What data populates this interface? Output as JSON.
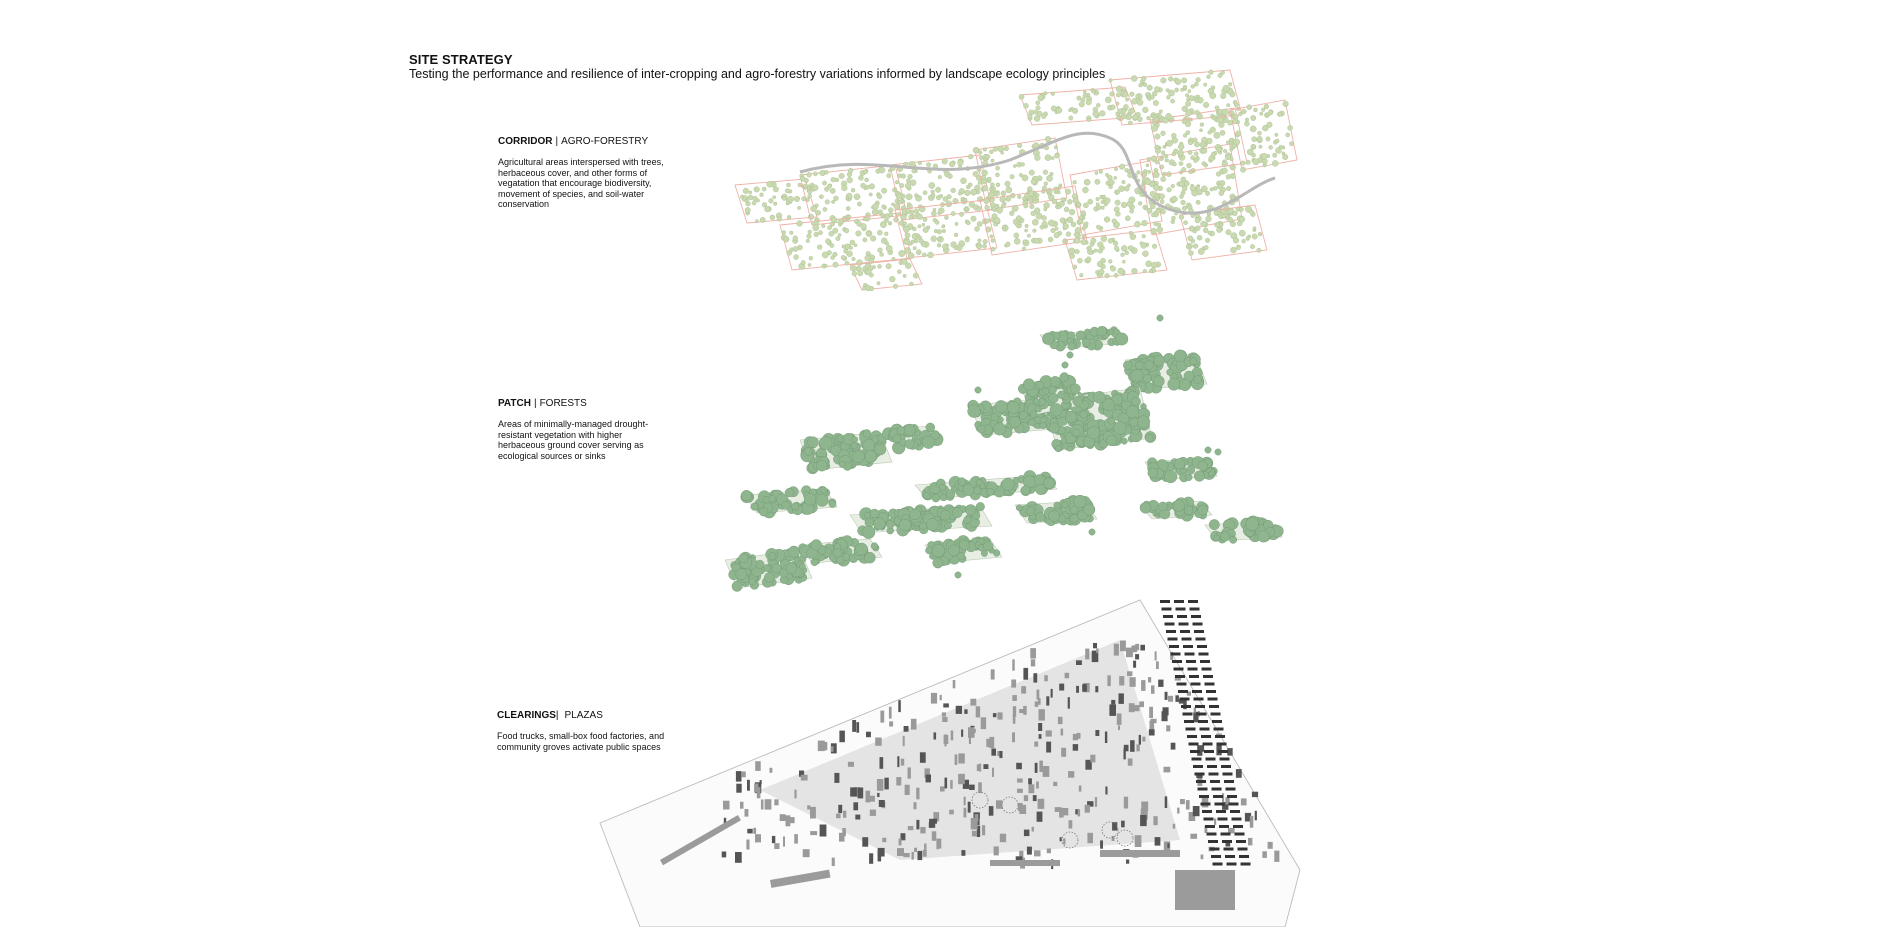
{
  "header": {
    "title": "SITE STRATEGY",
    "subtitle": "Testing the performance and resilience of inter-cropping and agro-forestry variations informed by landscape ecology principles"
  },
  "layers": [
    {
      "id": "corridor",
      "name": "CORRIDOR",
      "separator": "|",
      "type": "AGRO-FORESTRY",
      "description": "Agricultural areas interspersed with trees, herbaceous cover, and other forms of vegatation that encourage biodiversity, movement of species, and soil-water conservation"
    },
    {
      "id": "patch",
      "name": "PATCH",
      "separator": "|",
      "type": "FORESTS",
      "description": "Areas of minimally-managed drought-resistant vegetation with higher herbaceous ground cover serving as ecological sources or sinks"
    },
    {
      "id": "clearings",
      "name": "CLEARINGS",
      "separator": "|",
      "type": "PLAZAS",
      "description": "Food trucks, small-box food factories, and community groves activate public spaces"
    }
  ],
  "colors": {
    "corridor_tree": "#c9d9b0",
    "corridor_outline": "#efb2a8",
    "patch_tree": "#8fb58f",
    "patch_base": "#e8eee4",
    "plaza_dark": "#555555",
    "plaza_mid": "#9a9a9a",
    "plaza_light": "#d6d6d6"
  }
}
